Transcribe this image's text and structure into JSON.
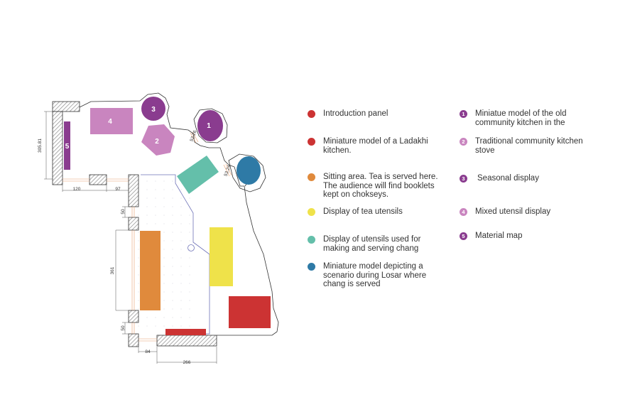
{
  "colors": {
    "red": "#cc3333",
    "orange": "#e08a3c",
    "yellow": "#efe24a",
    "teal": "#64bfaa",
    "blue": "#2e7aa6",
    "purple_dark": "#8a3c8f",
    "purple_light": "#c985bf",
    "hatch": "#888888",
    "outline": "#333333"
  },
  "legend_left": [
    {
      "label": "Introduction panel",
      "color": "#cc3333"
    },
    {
      "label": "Miniature model of a Ladakhi kitchen.",
      "color": "#cc3333"
    },
    {
      "label": "Sitting area. Tea is served here. The audience will find booklets kept on chokseys.",
      "color": "#e08a3c"
    },
    {
      "label": "Display of tea utensils",
      "color": "#efe24a"
    },
    {
      "label": "Display of utensils used for making and serving chang",
      "color": "#64bfaa"
    },
    {
      "label": "Miniature model depicting a scenario during Losar where chang is served",
      "color": "#2e7aa6"
    }
  ],
  "legend_right": [
    {
      "number": "1",
      "label": "Miniatue model of the old community kitchen in the",
      "color": "#8a3c8f"
    },
    {
      "number": "2",
      "label": "Traditional community kitchen stove",
      "color": "#c985bf"
    },
    {
      "number": "3",
      "label": "Seasonal display",
      "color": "#8a3c8f"
    },
    {
      "number": "4",
      "label": "Mixed utensil display",
      "color": "#c985bf"
    },
    {
      "number": "5",
      "label": "Material map",
      "color": "#8a3c8f"
    }
  ],
  "plan_labels": {
    "n1": "1",
    "n2": "2",
    "n3": "3",
    "n4": "4",
    "n5": "5"
  },
  "dimensions": {
    "d305": "305.81",
    "d120": "120",
    "d97": "97",
    "d50a": "50",
    "d361": "361",
    "d50b": "50",
    "d84": "84",
    "d266": "266",
    "d5226": "52.26",
    "d5324": "53.24"
  }
}
